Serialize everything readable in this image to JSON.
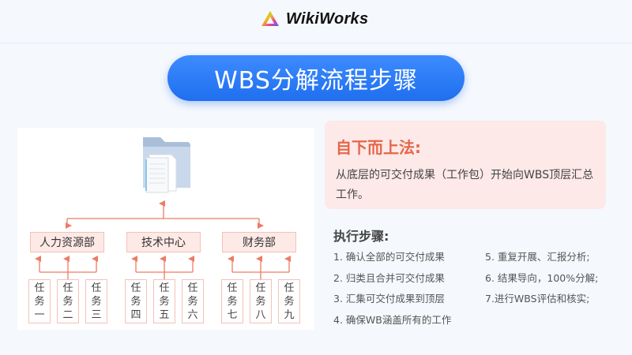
{
  "logo": {
    "text": "WikiWorks"
  },
  "title": "WBS分解流程步骤",
  "diagram": {
    "root_icon": "folder-documents-icon",
    "departments": [
      "人力资源部",
      "技术中心",
      "财务部"
    ],
    "tasks": [
      [
        "任",
        "务",
        "一"
      ],
      [
        "任",
        "务",
        "二"
      ],
      [
        "任",
        "务",
        "三"
      ],
      [
        "任",
        "务",
        "四"
      ],
      [
        "任",
        "务",
        "五"
      ],
      [
        "任",
        "务",
        "六"
      ],
      [
        "任",
        "务",
        "七"
      ],
      [
        "任",
        "务",
        "八"
      ],
      [
        "任",
        "务",
        "九"
      ]
    ]
  },
  "method": {
    "title": "自下而上法:",
    "body": "从底层的可交付成果（工作包）开始向WBS顶层汇总工作。"
  },
  "steps": {
    "heading": "执行步骤:",
    "items": [
      "1. 确认全部的可交付成果",
      "2. 归类且合并可交付成果",
      "3. 汇集可交付成果到顶层",
      "4. 确保WB涵盖所有的工作",
      "5. 重复开展、汇报分析;",
      "6. 结果导向，100%分解;",
      "7.进行WBS评估和核实;"
    ]
  },
  "colors": {
    "accent": "#2f7ef5",
    "arrow": "#ee7b65",
    "card_bg": "#fde9e7"
  }
}
